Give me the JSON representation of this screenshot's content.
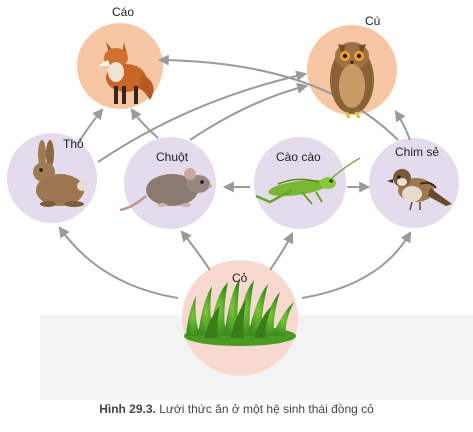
{
  "colors": {
    "predator_bg": "#f7c7a3",
    "consumer_bg": "#e4dced",
    "producer_bg": "#f7d9cf",
    "arrow": "#9a9a9a",
    "band": "#f3f3f3"
  },
  "nodes": {
    "cao": {
      "label": "Cáo",
      "icon": "fox-image"
    },
    "cu": {
      "label": "Cú",
      "icon": "owl-image"
    },
    "tho": {
      "label": "Thỏ",
      "icon": "rabbit-image"
    },
    "chuot": {
      "label": "Chuột",
      "icon": "mouse-image"
    },
    "caocao": {
      "label": "Cào cào",
      "icon": "grasshopper-image"
    },
    "chimse": {
      "label": "Chim sẻ",
      "icon": "sparrow-image"
    },
    "co": {
      "label": "Cỏ",
      "icon": "grass-image"
    }
  },
  "relations": [
    [
      "co",
      "tho"
    ],
    [
      "co",
      "chuot"
    ],
    [
      "co",
      "caocao"
    ],
    [
      "co",
      "chimse"
    ],
    [
      "caocao",
      "chuot"
    ],
    [
      "caocao",
      "chimse"
    ],
    [
      "tho",
      "cao"
    ],
    [
      "tho",
      "cu"
    ],
    [
      "chuot",
      "cao"
    ],
    [
      "chuot",
      "cu"
    ],
    [
      "chimse",
      "cao"
    ],
    [
      "chimse",
      "cu"
    ]
  ],
  "caption": {
    "number": "Hình 29.3.",
    "text": "Lưới thức ăn ở một hệ sinh thái đồng cỏ"
  }
}
